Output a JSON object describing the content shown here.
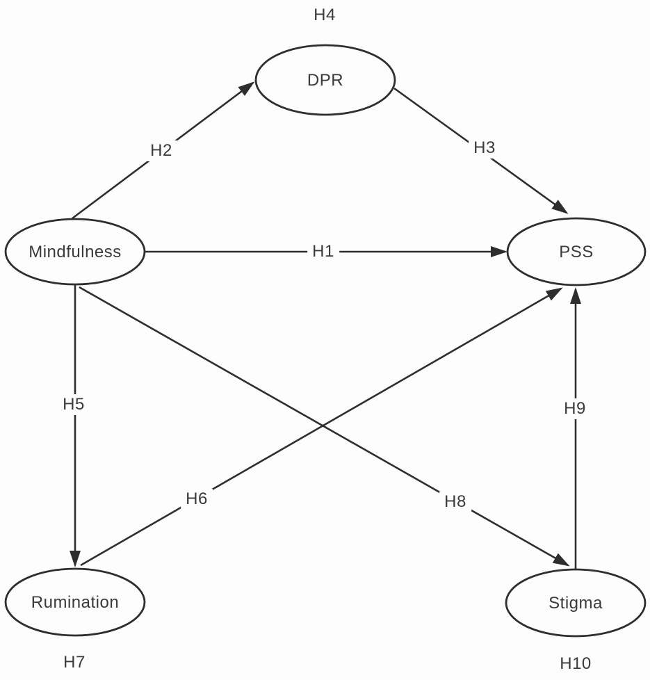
{
  "diagram": {
    "type": "hypothesis-path-model",
    "colors": {
      "line": "#2e2e2e",
      "text": "#3a3a3a",
      "node_fill": "#fdfdfd",
      "background": "#fdfdfd"
    },
    "nodes": [
      {
        "id": "dpr",
        "label": "DPR"
      },
      {
        "id": "mindfulness",
        "label": "Mindfulness"
      },
      {
        "id": "pss",
        "label": "PSS"
      },
      {
        "id": "rumination",
        "label": "Rumination"
      },
      {
        "id": "stigma",
        "label": "Stigma"
      }
    ],
    "edges": [
      {
        "id": "h1",
        "label": "H1",
        "from": "Mindfulness",
        "to": "PSS"
      },
      {
        "id": "h2",
        "label": "H2",
        "from": "Mindfulness",
        "to": "DPR"
      },
      {
        "id": "h3",
        "label": "H3",
        "from": "DPR",
        "to": "PSS"
      },
      {
        "id": "h5",
        "label": "H5",
        "from": "Mindfulness",
        "to": "Rumination"
      },
      {
        "id": "h6",
        "label": "H6",
        "from": "Rumination",
        "to": "PSS"
      },
      {
        "id": "h8",
        "label": "H8",
        "from": "Mindfulness",
        "to": "Stigma"
      },
      {
        "id": "h9",
        "label": "H9",
        "from": "Stigma",
        "to": "PSS"
      }
    ],
    "annotations": [
      {
        "id": "h4",
        "label": "H4",
        "near": "DPR"
      },
      {
        "id": "h7",
        "label": "H7",
        "near": "Rumination"
      },
      {
        "id": "h10",
        "label": "H10",
        "near": "Stigma"
      }
    ]
  }
}
